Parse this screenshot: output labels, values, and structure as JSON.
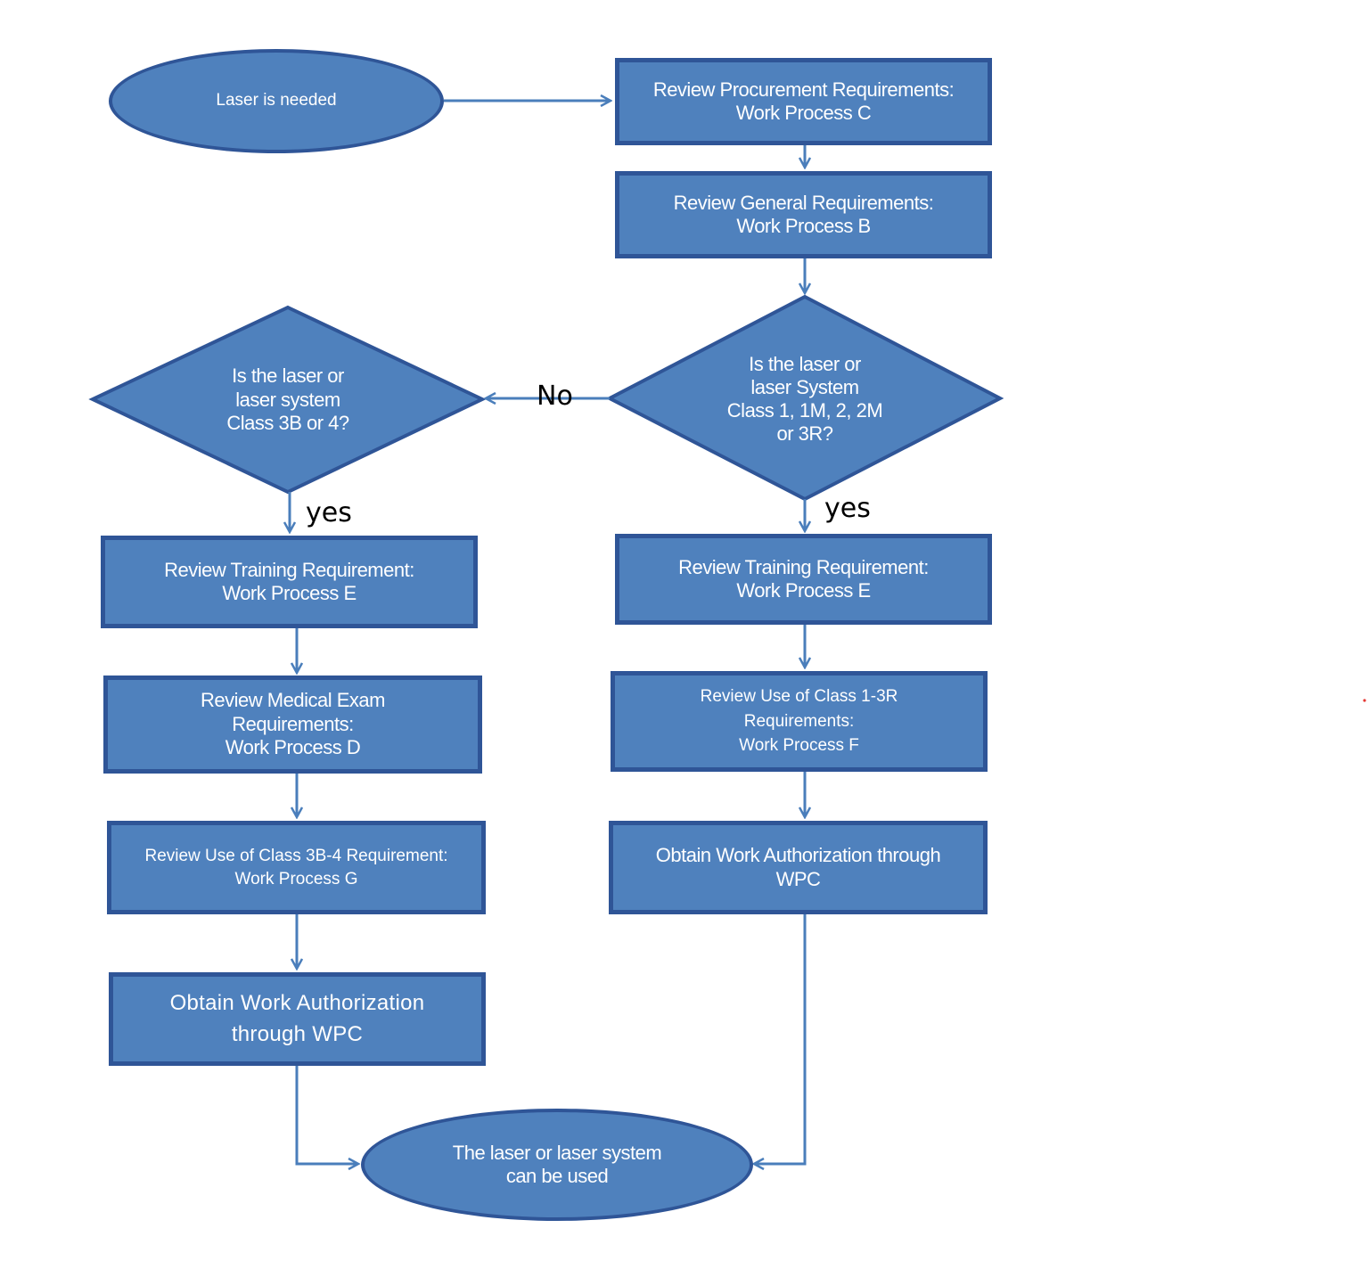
{
  "start": {
    "lines": [
      "Laser is needed"
    ]
  },
  "procurement": {
    "lines": [
      "Review Procurement Requirements:",
      "Work Process C"
    ]
  },
  "general": {
    "lines": [
      "Review General Requirements:",
      "Work Process B"
    ]
  },
  "decision_low": {
    "lines": [
      "Is the laser or",
      "laser System",
      "Class 1, 1M, 2, 2M",
      "or 3R?"
    ]
  },
  "decision_high": {
    "lines": [
      "Is the laser or",
      "laser system",
      "Class 3B or 4?"
    ]
  },
  "edge_labels": {
    "no": "No",
    "yes_left": "yes",
    "yes_right": "yes"
  },
  "left_branch": {
    "training": {
      "lines": [
        "Review Training Requirement:",
        "Work Process E"
      ]
    },
    "medical": {
      "lines": [
        "Review Medical Exam",
        "Requirements:",
        "Work Process D"
      ]
    },
    "use": {
      "lines": [
        "Review Use of Class 3B-4 Requirement:",
        "Work Process G"
      ]
    },
    "authorization": {
      "lines": [
        "Obtain Work Authorization",
        "through WPC"
      ]
    }
  },
  "right_branch": {
    "training": {
      "lines": [
        "Review Training Requirement:",
        "Work Process E"
      ]
    },
    "use": {
      "lines": [
        "Review Use of  Class 1-3R",
        "Requirements:",
        "Work Process F"
      ]
    },
    "authorization": {
      "lines": [
        "Obtain Work Authorization through",
        "WPC"
      ]
    }
  },
  "end": {
    "lines": [
      "The laser or laser system",
      "can be used"
    ]
  },
  "colors": {
    "fill": "#4f81bd",
    "border": "#2f5597",
    "connector": "#4a7ebb",
    "text": "#ffffff"
  }
}
